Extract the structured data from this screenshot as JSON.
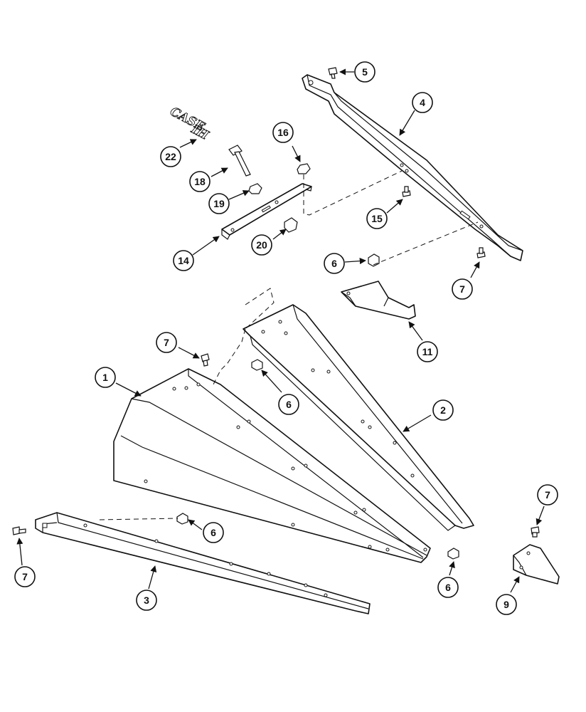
{
  "decal": {
    "word1": "CASE",
    "word2": "IH"
  },
  "callouts": [
    {
      "id": "callout-22",
      "label": "22"
    },
    {
      "id": "callout-18",
      "label": "18"
    },
    {
      "id": "callout-19",
      "label": "19"
    },
    {
      "id": "callout-14",
      "label": "14"
    },
    {
      "id": "callout-20",
      "label": "20"
    },
    {
      "id": "callout-16",
      "label": "16"
    },
    {
      "id": "callout-5",
      "label": "5"
    },
    {
      "id": "callout-4",
      "label": "4"
    },
    {
      "id": "callout-15",
      "label": "15"
    },
    {
      "id": "callout-6a",
      "label": "6"
    },
    {
      "id": "callout-7a",
      "label": "7"
    },
    {
      "id": "callout-11",
      "label": "11"
    },
    {
      "id": "callout-7b",
      "label": "7"
    },
    {
      "id": "callout-1",
      "label": "1"
    },
    {
      "id": "callout-6b",
      "label": "6"
    },
    {
      "id": "callout-2",
      "label": "2"
    },
    {
      "id": "callout-6c",
      "label": "6"
    },
    {
      "id": "callout-7c",
      "label": "7"
    },
    {
      "id": "callout-3",
      "label": "3"
    },
    {
      "id": "callout-6d",
      "label": "6"
    },
    {
      "id": "callout-7d",
      "label": "7"
    },
    {
      "id": "callout-9",
      "label": "9"
    }
  ]
}
